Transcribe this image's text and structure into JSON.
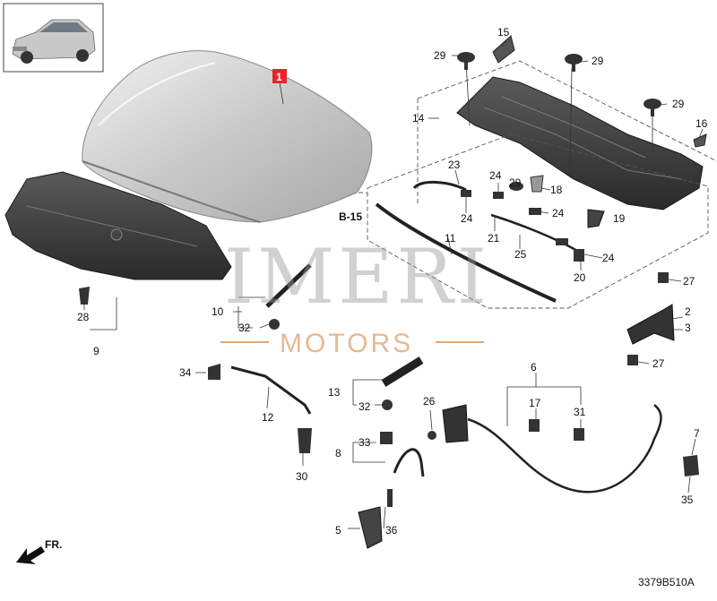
{
  "watermark": {
    "brand": "IMERI",
    "sub": "MOTORS"
  },
  "ref_label": "B-15",
  "direction_label": "FR.",
  "diagram_code": "3379B510A",
  "highlight_color": "#e8232a",
  "callouts": {
    "c1": "1",
    "c2": "2",
    "c3": "3",
    "c5": "5",
    "c6": "6",
    "c7": "7",
    "c8": "8",
    "c9": "9",
    "c10": "10",
    "c11": "11",
    "c12": "12",
    "c13": "13",
    "c14": "14",
    "c15": "15",
    "c16": "16",
    "c17": "17",
    "c18": "18",
    "c19": "19",
    "c20": "20",
    "c21": "21",
    "c23": "23",
    "c24a": "24",
    "c24b": "24",
    "c24c": "24",
    "c24d": "24",
    "c25": "25",
    "c26": "26",
    "c27a": "27",
    "c27b": "27",
    "c28": "28",
    "c29a": "29",
    "c29b": "29",
    "c29c": "29",
    "c29d": "29",
    "c30": "30",
    "c31": "31",
    "c32a": "32",
    "c32b": "32",
    "c33": "33",
    "c34": "34",
    "c35": "35",
    "c36": "36"
  }
}
